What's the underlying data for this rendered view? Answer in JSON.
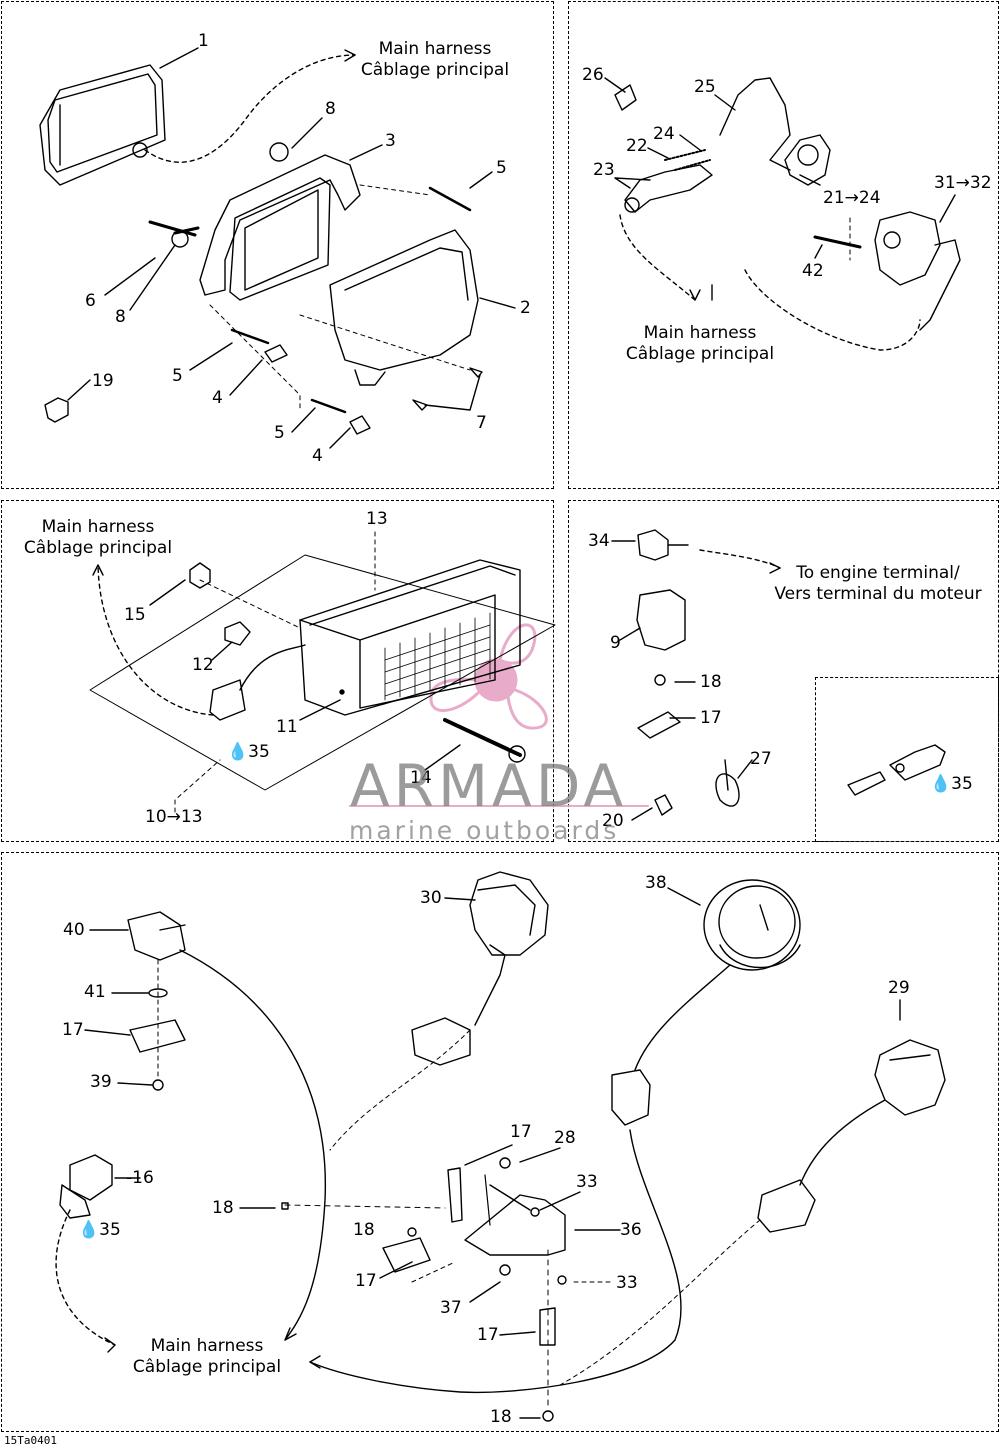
{
  "notes": {
    "main_harness_en": "Main harness",
    "main_harness_fr": "Câblage principal",
    "engine_terminal_en": "To engine terminal/",
    "engine_terminal_fr": "Vers terminal du moteur"
  },
  "watermark": {
    "brand": "ARMADA",
    "tagline": "marine outboards",
    "accent_color": "#e6a3c4"
  },
  "footer_code": "15Ta0401",
  "callouts": {
    "p1": [
      "1",
      "8",
      "3",
      "5",
      "6",
      "8",
      "2",
      "5",
      "4",
      "19",
      "5",
      "4",
      "7"
    ],
    "p2": [
      "26",
      "25",
      "24",
      "22",
      "23",
      "21→24",
      "31→32",
      "42"
    ],
    "p3": [
      "13",
      "15",
      "12",
      "11",
      "35",
      "14",
      "10→13"
    ],
    "p4": [
      "34",
      "9",
      "18",
      "17",
      "27",
      "20",
      "35"
    ],
    "p5": [
      "30",
      "38",
      "40",
      "41",
      "17",
      "39",
      "29",
      "17",
      "28",
      "16",
      "35",
      "33",
      "18",
      "36",
      "18",
      "17",
      "33",
      "37",
      "17",
      "18"
    ]
  },
  "colors": {
    "line": "#000000",
    "background": "#ffffff"
  }
}
